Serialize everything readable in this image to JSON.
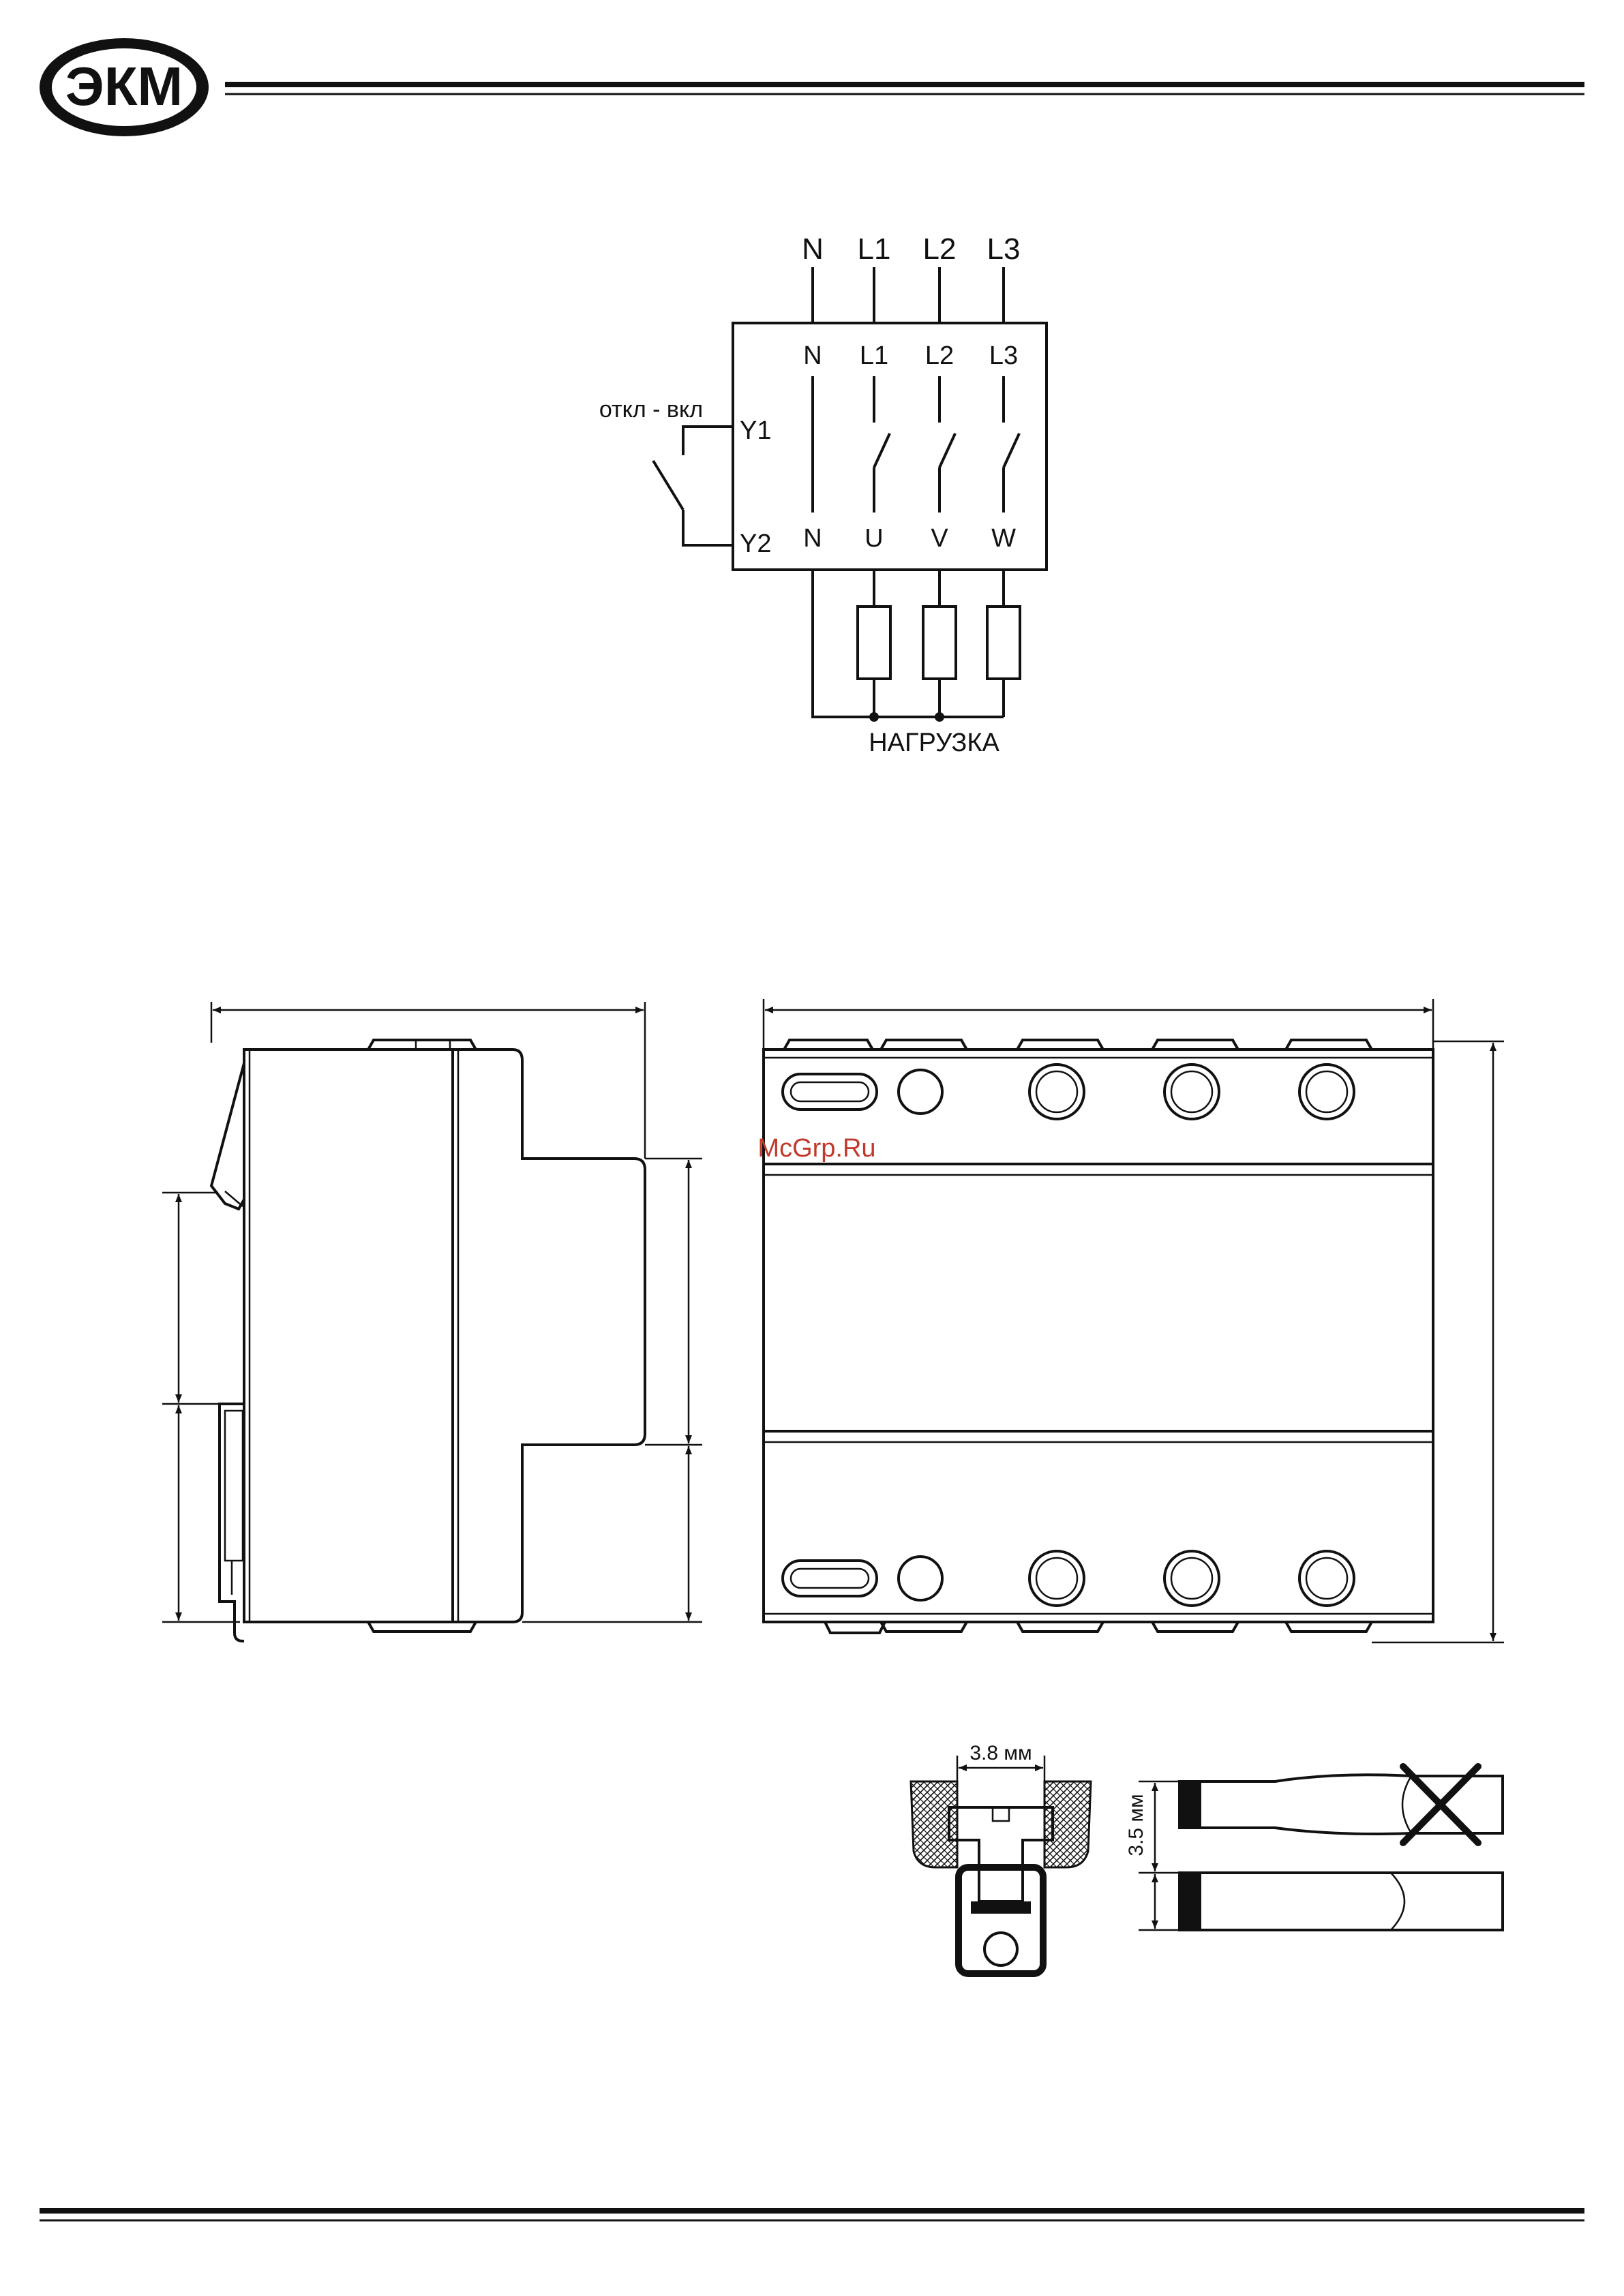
{
  "header": {
    "logo_text": "ЭКМ"
  },
  "schematic": {
    "top_labels": [
      "N",
      "L1",
      "L2",
      "L3"
    ],
    "inner_top_labels": [
      "N",
      "L1",
      "L2",
      "L3"
    ],
    "inner_bottom_labels": [
      "N",
      "U",
      "V",
      "W"
    ],
    "control_label": "откл - вкл",
    "y1_label": "Y1",
    "y2_label": "Y2",
    "load_label": "НАГРУЗКА"
  },
  "watermark": {
    "text": "McGrp.Ru"
  },
  "details": {
    "slot_width_label": "3.8 мм",
    "blade_thickness_label": "3.5 мм"
  },
  "colors": {
    "ink": "#111111",
    "watermark": "#c0392b",
    "paper": "#ffffff"
  }
}
